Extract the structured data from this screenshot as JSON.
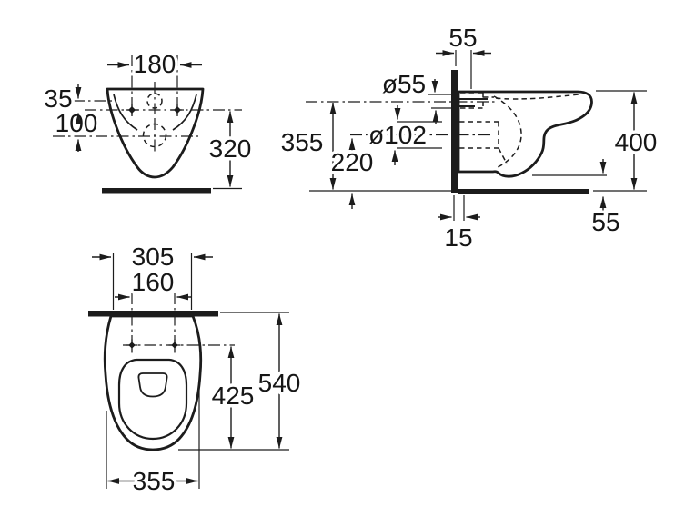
{
  "drawing": {
    "type": "technical-dimension-drawing",
    "subject": "wall-hung-toilet",
    "units": "mm",
    "line_color": "#1c1c1c",
    "background": "#ffffff",
    "front_view": {
      "hole_spacing": "180",
      "inlet_axis_drop": "35",
      "axis_gap": "100",
      "axis_height_above_floor": "320"
    },
    "side_view": {
      "fixing_setback": "55",
      "inlet_diameter": "ø55",
      "outlet_diameter": "ø102",
      "inlet_axis_height": "355",
      "outlet_axis_height": "220",
      "overall_height": "400",
      "underside_clearance": "55",
      "wall_gap": "15"
    },
    "plan_view": {
      "back_width": "305",
      "hole_spacing": "160",
      "front_to_hole_axis": "425",
      "overall_depth": "540",
      "overall_width": "355"
    }
  }
}
